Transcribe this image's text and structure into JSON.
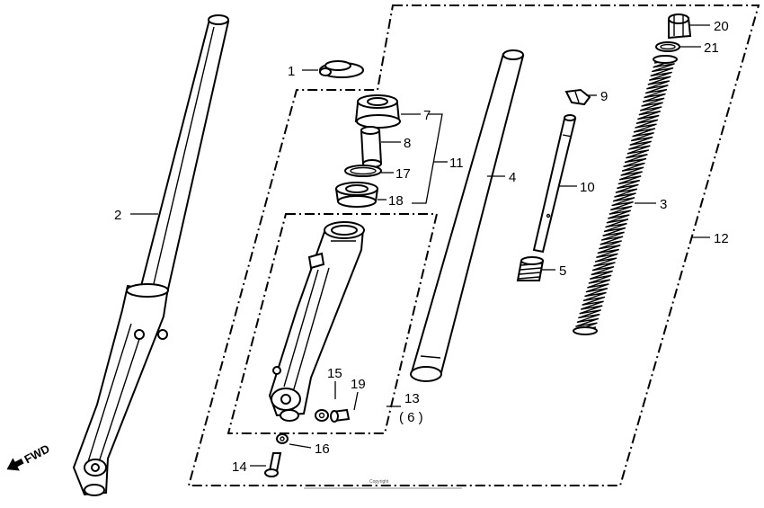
{
  "callouts": {
    "c1": "1",
    "c2": "2",
    "c3": "3",
    "c4": "4",
    "c5": "5",
    "c7": "7",
    "c8": "8",
    "c9": "9",
    "c10": "10",
    "c11": "11",
    "c12": "12",
    "c13": "13",
    "c13_qty": "( 6 )",
    "c14": "14",
    "c15": "15",
    "c16": "16",
    "c17": "17",
    "c18": "18",
    "c19": "19",
    "c20": "20",
    "c21": "21"
  },
  "direction_label": "FWD",
  "copyright_text": "Copyright"
}
